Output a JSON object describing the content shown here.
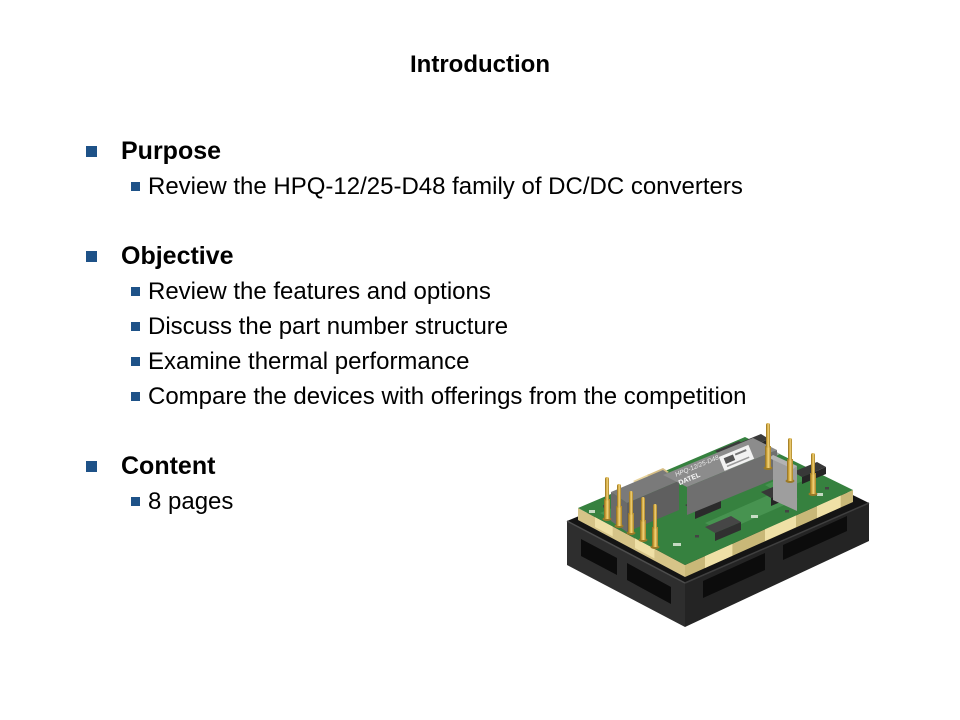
{
  "slide": {
    "title": "Introduction",
    "sections": [
      {
        "heading": "Purpose",
        "items": [
          "Review the HPQ-12/25-D48 family of DC/DC converters"
        ]
      },
      {
        "heading": "Objective",
        "items": [
          "Review the features and options",
          "Discuss the part number structure",
          "Examine thermal performance",
          "Compare the devices with offerings from the competition"
        ]
      },
      {
        "heading": "Content",
        "items": [
          "8 pages"
        ]
      }
    ]
  },
  "product": {
    "name": "HPQ-12/25-D48 DC/DC converter module",
    "label": "HPQ-12/25-D48",
    "brand": "DATEL"
  },
  "colors": {
    "bullet": "#1E5288",
    "text": "#000000",
    "background": "#FFFFFF",
    "pcb_green": "#36813F",
    "pcb_edge": "#D6C488",
    "base_black": "#2B2B2B",
    "pin_gold": "#D9AE3E"
  }
}
